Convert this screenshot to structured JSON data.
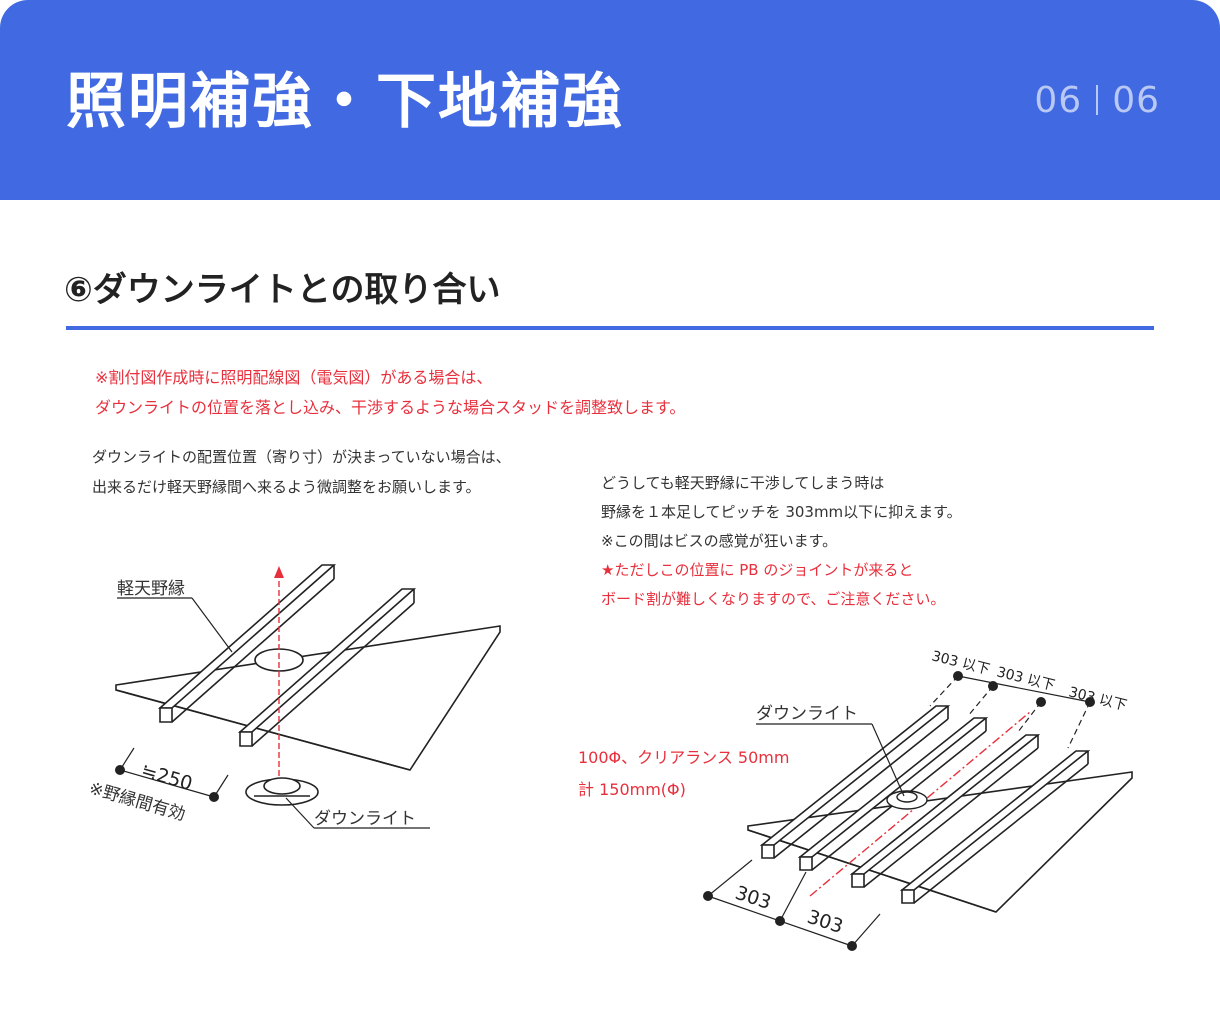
{
  "header": {
    "title": "照明補強・下地補強",
    "page_current": "06",
    "page_total": "06"
  },
  "section": {
    "title": "⑥ダウンライトとの取り合い"
  },
  "notice": {
    "line1": "※割付図作成時に照明配線図（電気図）がある場合は、",
    "line2": "ダウンライトの位置を落とし込み、干渉するような場合スタッドを調整致します。"
  },
  "left_text": {
    "line1": "ダウンライトの配置位置（寄り寸）が決まっていない場合は、",
    "line2": "出来るだけ軽天野縁間へ来るよう微調整をお願いします。"
  },
  "right_text": {
    "line1": "どうしても軽天野縁に干渉してしまう時は",
    "line2": "野縁を１本足してピッチを 303mm以下に抑えます。",
    "line3": "※この間はビスの感覚が狂います。",
    "line4": "★ただしこの位置に PB のジョイントが来ると",
    "line5": "ボード割が難しくなりますので、ご注意ください。"
  },
  "left_diagram": {
    "label_furring": "軽天野縁",
    "label_downlight": "ダウンライト",
    "label_spacing": "≒250",
    "label_effective": "※野縁間有効"
  },
  "right_diagram": {
    "label_downlight": "ダウンライト",
    "clearance_line1": "100Φ、クリアランス 50mm",
    "clearance_line2": "計 150mm(Φ)",
    "dim_top_1": "303 以下",
    "dim_top_2": "303 以下",
    "dim_top_3": "303 以下",
    "dim_bottom_1": "303",
    "dim_bottom_2": "303"
  },
  "colors": {
    "header_bg": "#4069e2",
    "accent_red": "#e8303d",
    "rule": "#4069e2"
  }
}
